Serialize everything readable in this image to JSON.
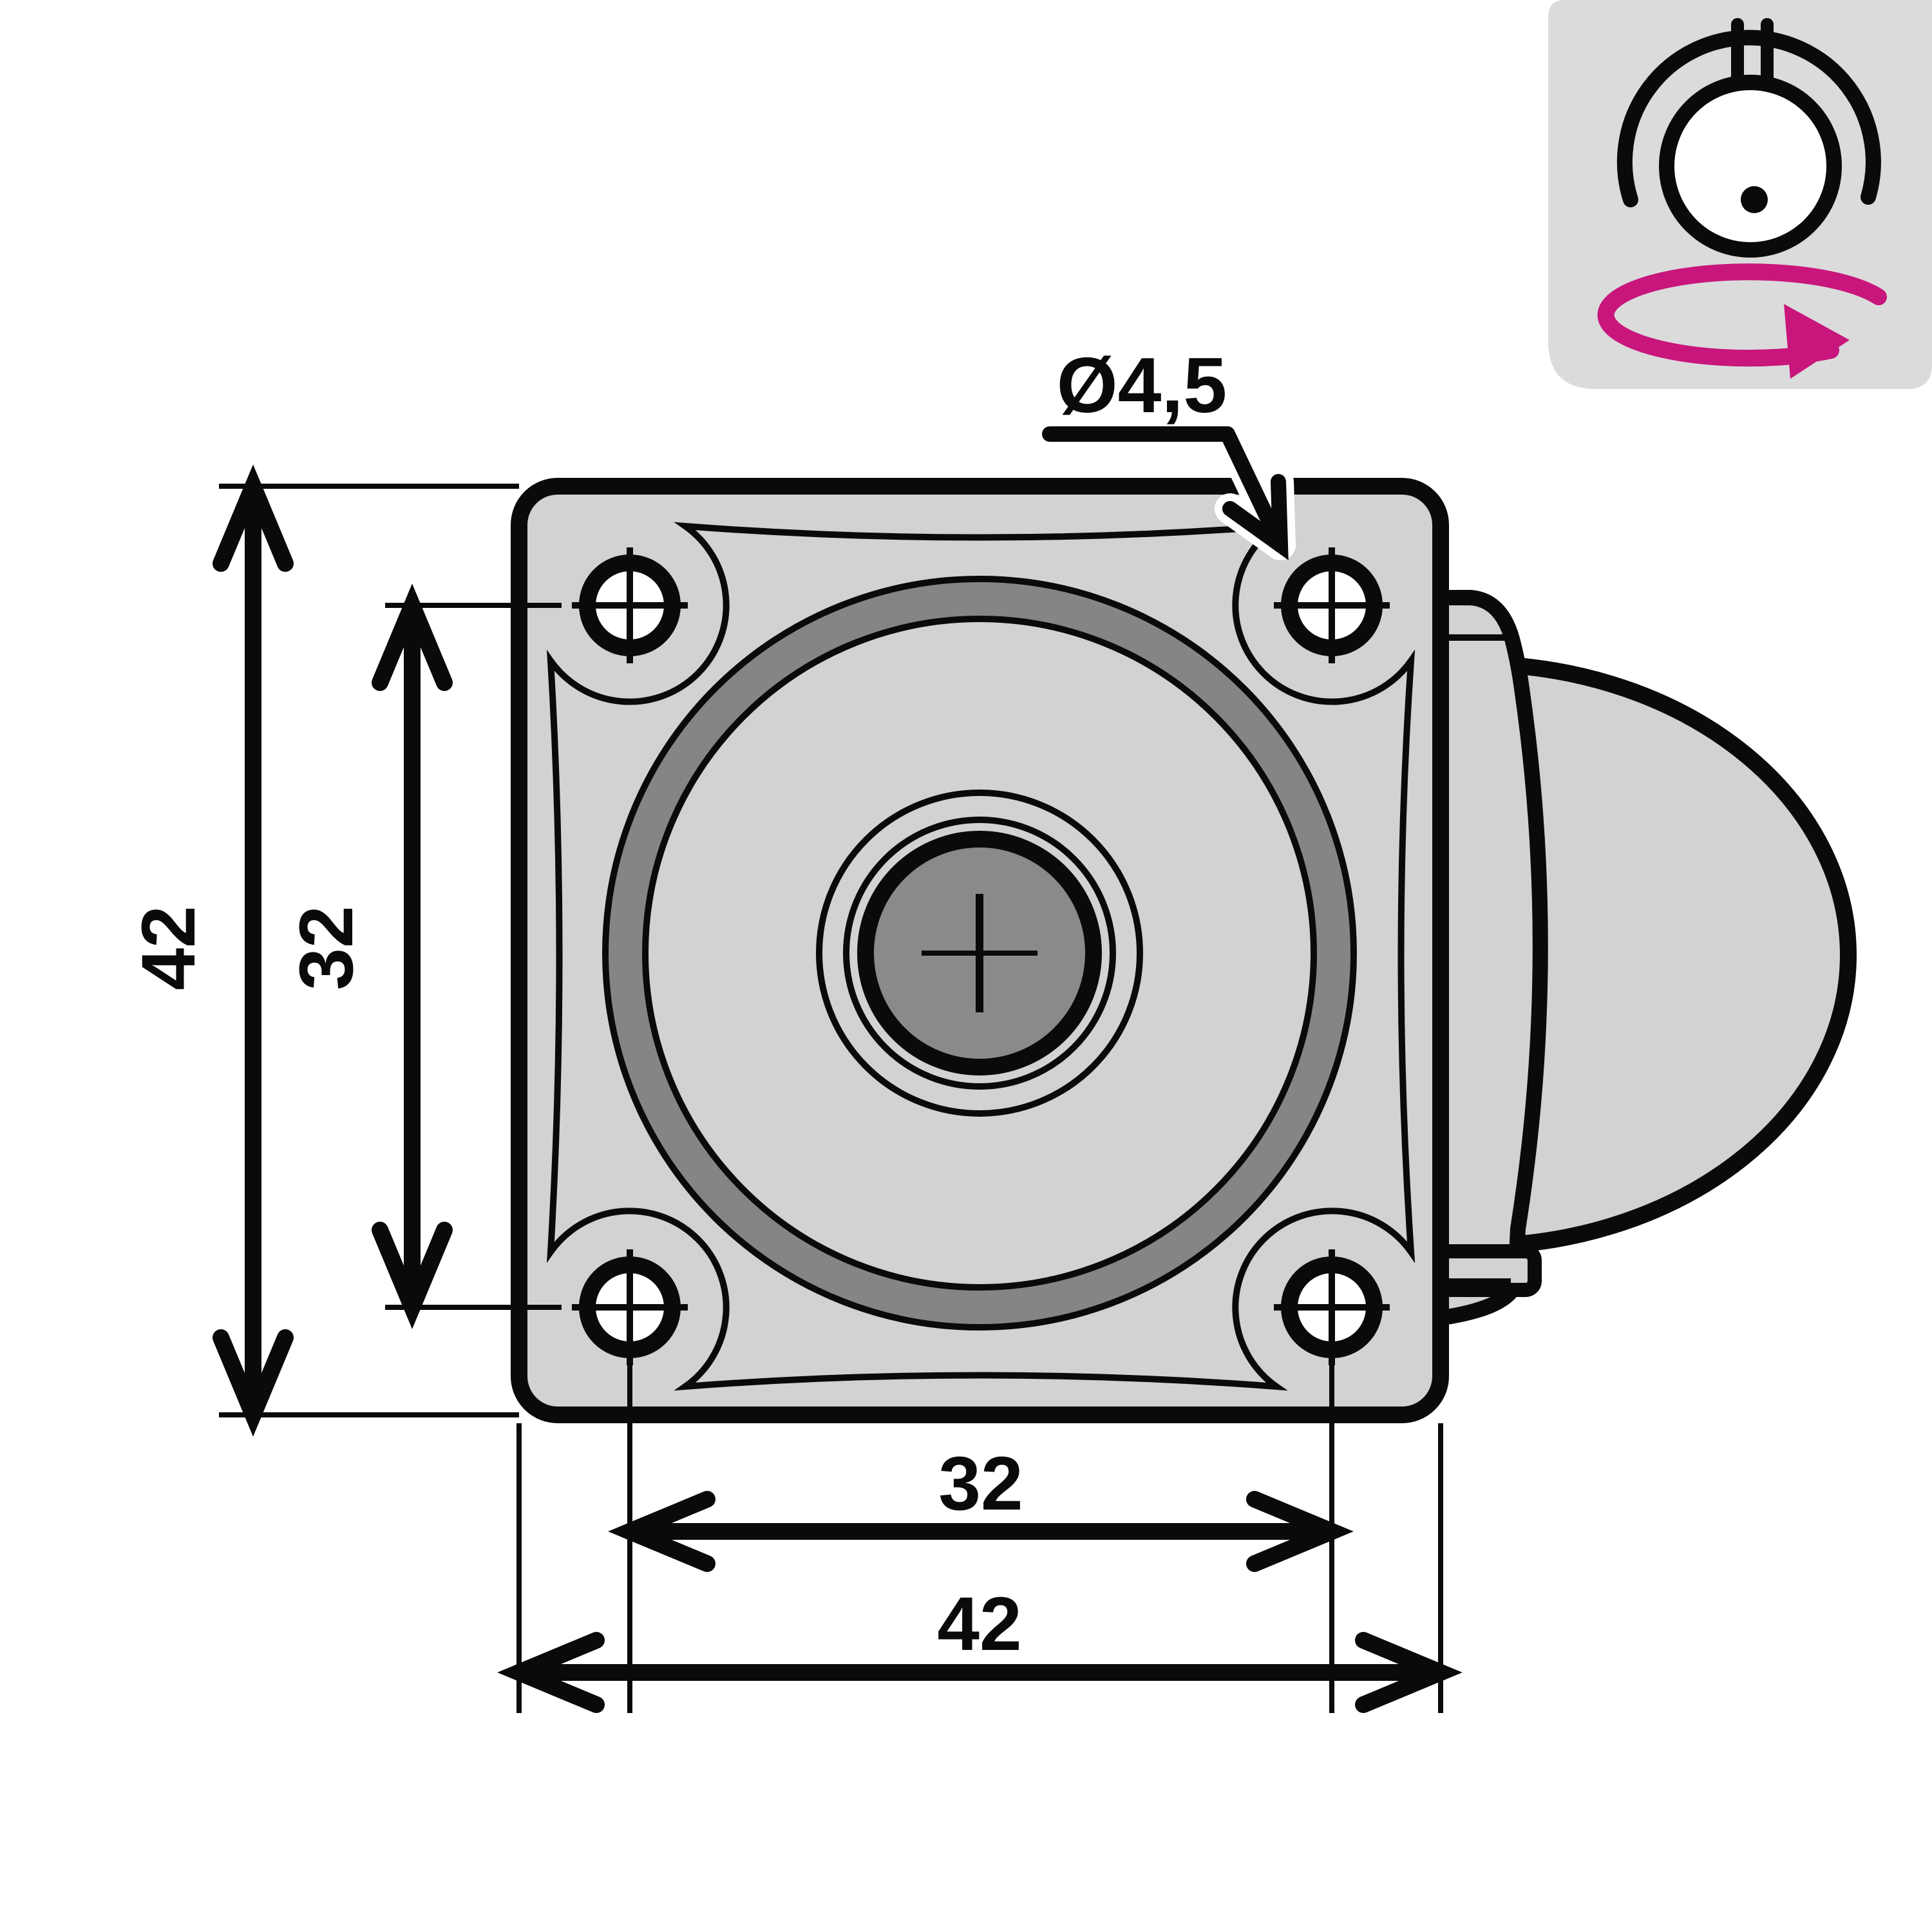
{
  "title": "Swivel caster mounting plate - dimensioned technical drawing",
  "drawing": {
    "dimensions": {
      "plate_height": {
        "label": "42",
        "orientation": "vertical",
        "position": "outer-left"
      },
      "hole_spacing_vertical": {
        "label": "32",
        "orientation": "vertical",
        "position": "inner-left"
      },
      "hole_spacing_horizontal": {
        "label": "32",
        "orientation": "horizontal",
        "position": "inner-bottom"
      },
      "plate_width": {
        "label": "42",
        "orientation": "horizontal",
        "position": "outer-bottom"
      },
      "hole_diameter_callout": {
        "label": "Ø4,5",
        "target": "top-right-screw-hole"
      }
    },
    "parts": {
      "mounting_plate": "square plate with 4 screw holes, top view",
      "screw_hole_count": 4,
      "swivel_ring": "dark ring",
      "kingpin": "central dark circle",
      "wheel": "wheel seen edge-on behind plate, right side",
      "fork": "swivel fork behind plate, right side",
      "axle_tab": "small tab at lower right"
    }
  },
  "badge": {
    "icon": "swivel-caster-icon",
    "meaning": "swivelling castor with 360 degree rotation"
  },
  "colors": {
    "background": "#ffffff",
    "line_black": "#0a0a0a",
    "plate_gray": "#d2d2d2",
    "ring_gray": "#858585",
    "kingpin_gray": "#8a8a8a",
    "badge_gray": "#dbdbdb",
    "accent_magenta": "#c8167c",
    "hole_white": "#ffffff"
  }
}
